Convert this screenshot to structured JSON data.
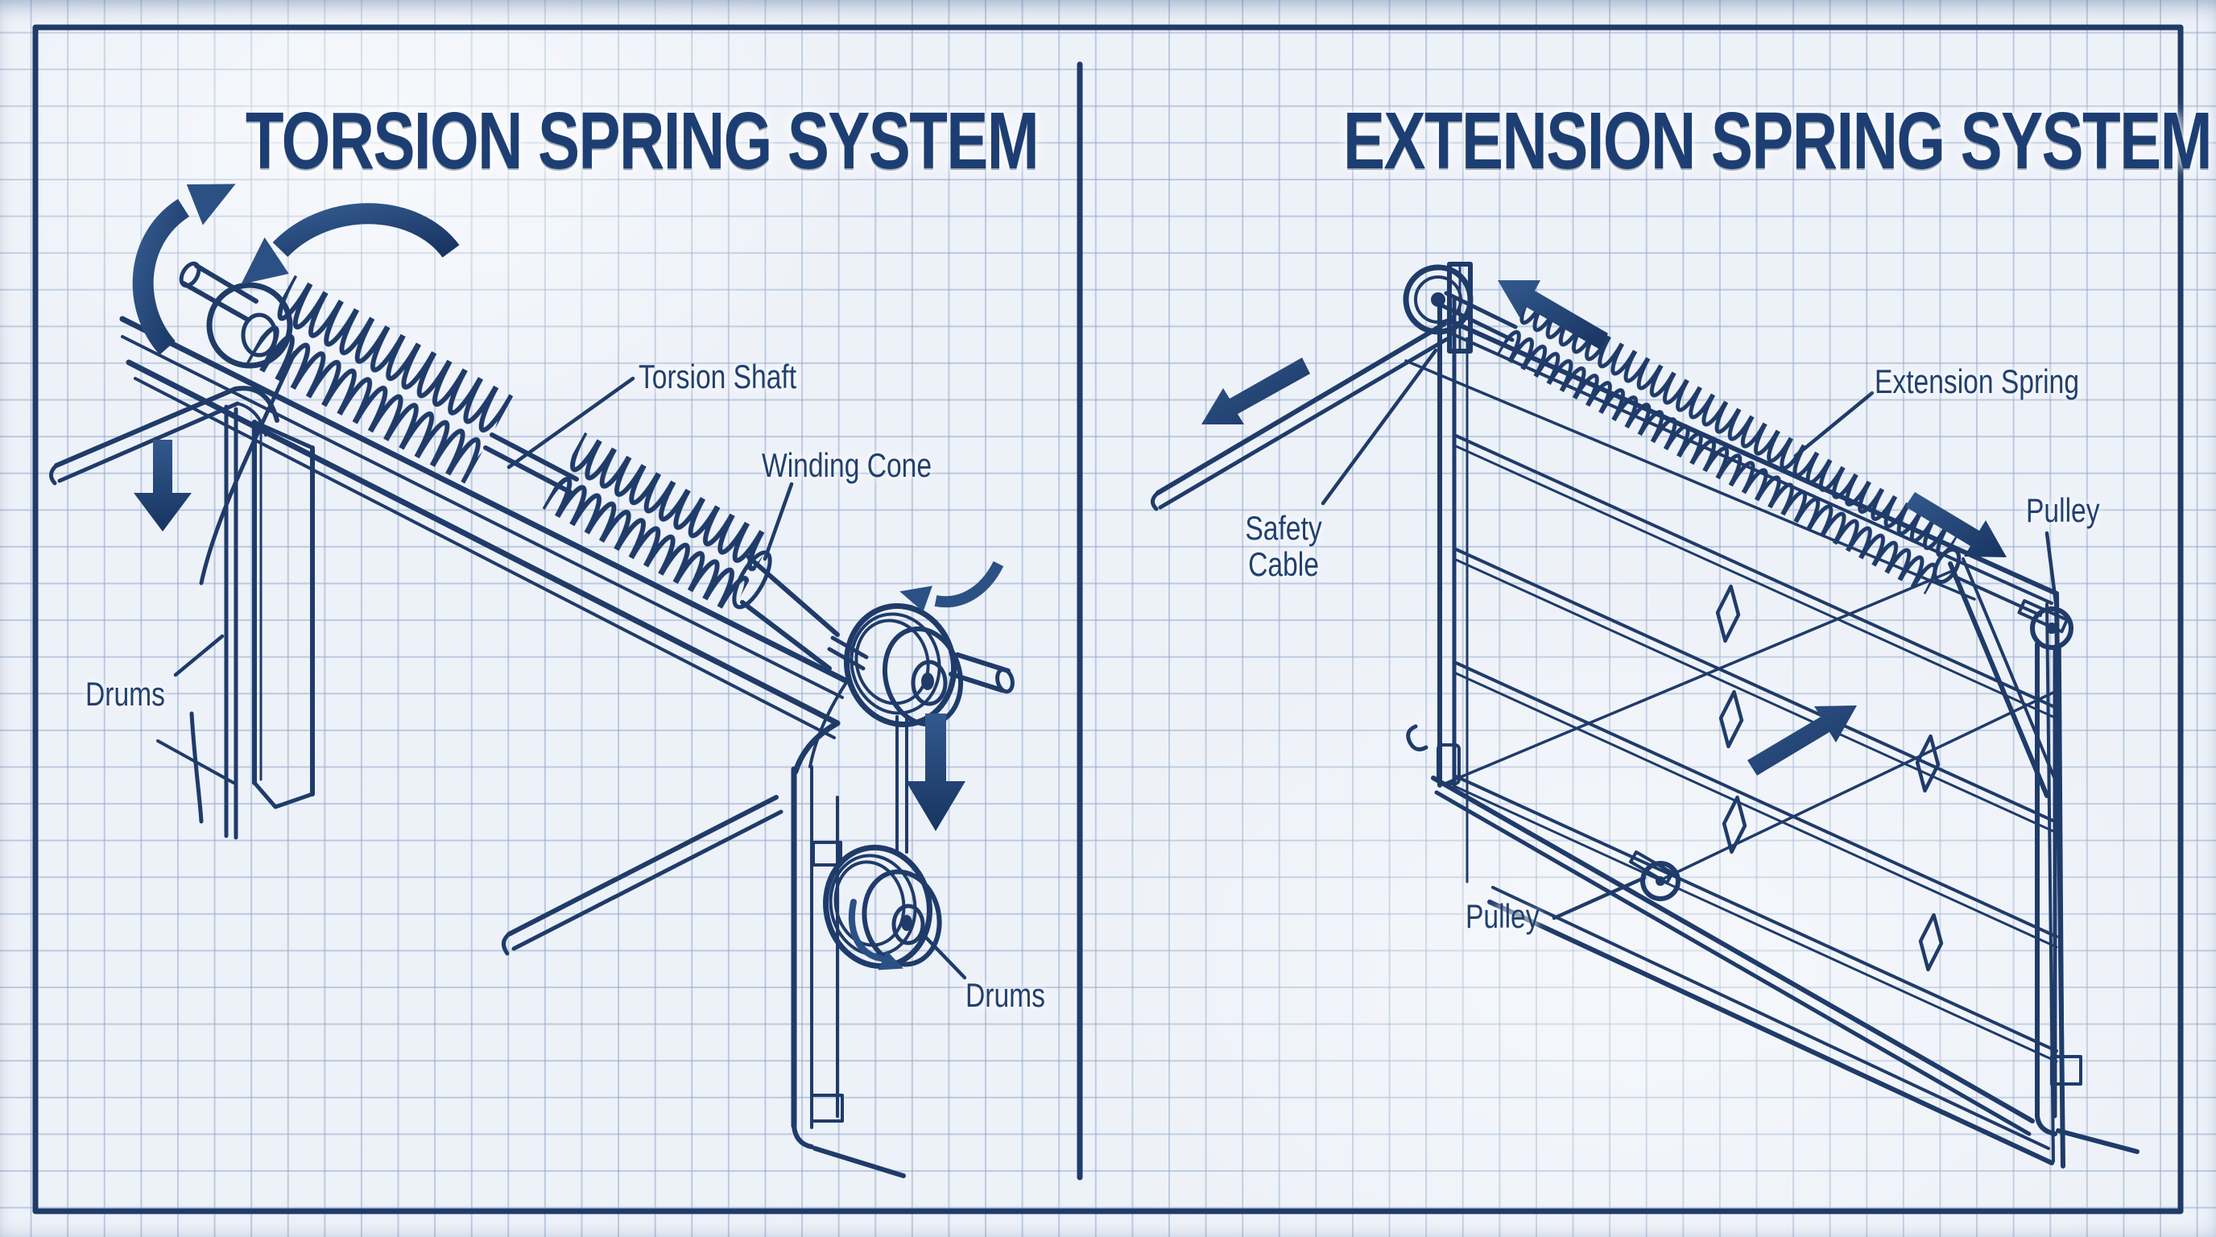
{
  "left_panel": {
    "title": "TORSION SPRING SYSTEM",
    "labels": {
      "torsion_shaft": "Torsion Shaft",
      "winding_cone": "Winding Cone",
      "drums_upper": "Drums",
      "drums_lower": "Drums"
    }
  },
  "right_panel": {
    "title": "EXTENSION SPRING SYSTEM",
    "labels": {
      "extension_spring": "Extension Spring",
      "safety_cable_line1": "Safety",
      "safety_cable_line2": "Cable",
      "pulley_upper": "Pulley",
      "pulley_lower": "Pulley"
    }
  },
  "colors": {
    "ink": "#1f3b69",
    "arrow": "#2b5184",
    "title": "#1d3e72",
    "grid": "#92aaca",
    "paper": "#edf1f8"
  }
}
